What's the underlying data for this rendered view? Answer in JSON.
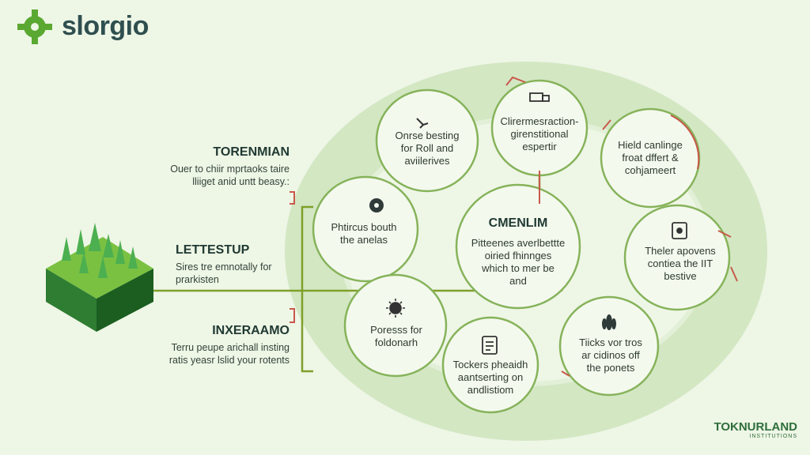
{
  "brand": {
    "logo_text": "slorgio",
    "footer_name": "TOKNURLAND",
    "footer_sub": "INSTITUTIONS"
  },
  "colors": {
    "bg": "#eef6e6",
    "ring": "#cfe6bf",
    "outline": "#7fb04a",
    "accent_red": "#c9584a",
    "text": "#2b3a2b"
  },
  "side": [
    {
      "title": "TORENMIAN",
      "lines": [
        "Ouer to chiir mprtaoks taire",
        "lliiget anid untt beasy.:"
      ]
    },
    {
      "title": "LETTESTUP",
      "lines": [
        "Sires tre emnotally for",
        "prarkisten"
      ]
    },
    {
      "title": "INXERAAMO",
      "lines": [
        "Terru peupe arichall insting",
        "ratis yeasr lslid your rotents"
      ]
    }
  ],
  "center": {
    "title": "CMENLIM",
    "lines": [
      "Pitteenes averlbettte",
      "oiried fhinnges",
      "which to mer be",
      "and"
    ]
  },
  "bubbles": [
    {
      "id": "top-left",
      "icon": "lamp-icon",
      "lines": [
        "Onrse besting",
        "for Roll and",
        "aviilerives"
      ]
    },
    {
      "id": "top",
      "icon": "truck-icon",
      "lines": [
        "Clirermesraction-",
        "girenstitional",
        "espertir"
      ]
    },
    {
      "id": "top-right",
      "icon": "none",
      "lines": [
        "Hield canlinge",
        "froat dffert &",
        "cohjameert"
      ]
    },
    {
      "id": "left",
      "icon": "location-pin-icon",
      "lines": [
        "Phtircus bouth",
        "the anelas"
      ]
    },
    {
      "id": "right",
      "icon": "trash-bin-icon",
      "lines": [
        "Theler apovens",
        "contiea the IIT",
        "bestive"
      ]
    },
    {
      "id": "bottom-left",
      "icon": "sun-icon",
      "lines": [
        "Poresss for",
        "foldonarh"
      ]
    },
    {
      "id": "bottom",
      "icon": "clipboard-icon",
      "lines": [
        "Tockers pheaidh",
        "aantserting on",
        "andlistiom"
      ]
    },
    {
      "id": "bottom-right",
      "icon": "plant-icon",
      "lines": [
        "Tiicks vor tros",
        "ar cidinos off",
        "the ponets"
      ]
    }
  ]
}
